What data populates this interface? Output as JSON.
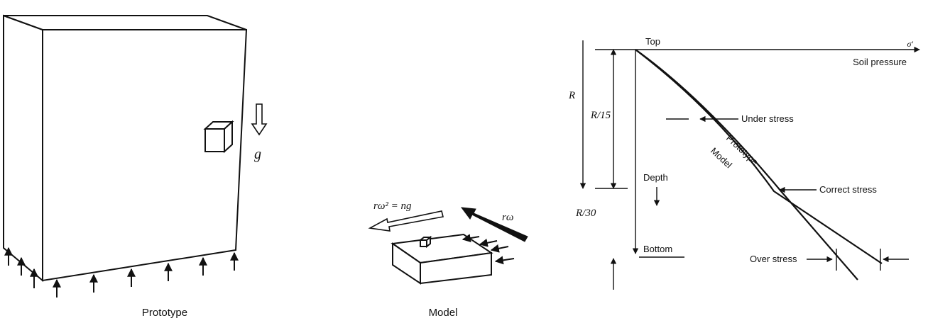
{
  "prototype": {
    "caption": "Prototype",
    "gravity_label": "g"
  },
  "model": {
    "caption": "Model",
    "centrifugal_label": "rω² = ng",
    "rotation_label": "rω"
  },
  "profile": {
    "top_label": "Top",
    "bottom_label": "Bottom",
    "sigma_label": "σ'",
    "soil_pressure_label": "Soil pressure",
    "depth_label": "Depth",
    "r_label": "R",
    "r15_label": "R/15",
    "r30_label": "R/30",
    "under_stress_label": "Under stress",
    "correct_stress_label": "Correct stress",
    "over_stress_label": "Over stress",
    "prototype_curve_label": "Prototype",
    "model_curve_label": "Model"
  }
}
